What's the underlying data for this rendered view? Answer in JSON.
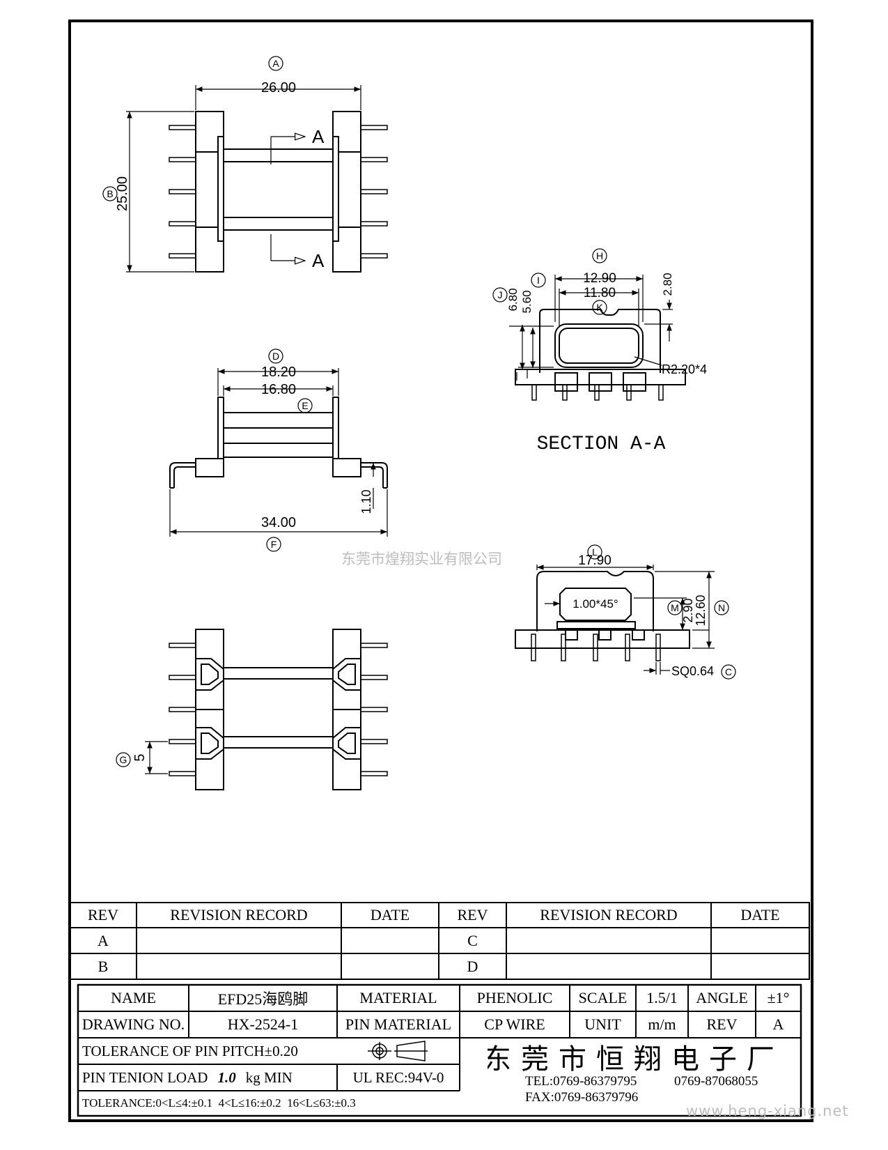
{
  "views": {
    "top": {
      "callout_a": "A",
      "dim_a": "26.00",
      "callout_b": "B",
      "dim_b": "25.00",
      "section_marker": "A"
    },
    "side": {
      "callout_d": "D",
      "dim_d": "18.20",
      "dim_e": "16.80",
      "callout_e": "E",
      "dim_f": "34.00",
      "callout_f": "F",
      "dim_h": "1.10"
    },
    "section": {
      "callout_h": "H",
      "dim_h": "12.90",
      "callout_i": "I",
      "dim_i": "11.80",
      "callout_k": "K",
      "callout_j": "J",
      "dim_j": "6.80",
      "dim_j2": "5.60",
      "dim_right": "2.80",
      "radius": "R2.20*4",
      "title": "SECTION A-A"
    },
    "front": {
      "callout_l": "L",
      "dim_l": "17.90",
      "chamfer": "1.00*45°",
      "callout_m": "M",
      "dim_m": "2.90",
      "dim_n": "12.60",
      "callout_n": "N",
      "pin": "SQ0.64",
      "callout_c": "C"
    },
    "bottom": {
      "callout_g": "G",
      "dim_g": "5"
    }
  },
  "watermarks": {
    "company_center": "东莞市煌翔实业有限公司",
    "website": "www.heng-xiang.net"
  },
  "revision_table": {
    "headers": [
      "REV",
      "REVISION RECORD",
      "DATE",
      "REV",
      "REVISION RECORD",
      "DATE"
    ],
    "rows": [
      [
        "A",
        "",
        "",
        "C",
        "",
        ""
      ],
      [
        "B",
        "",
        "",
        "D",
        "",
        ""
      ]
    ]
  },
  "title_block": {
    "name_label": "NAME",
    "name_value": "EFD25海鸥脚",
    "material_label": "MATERIAL",
    "material_value": "PHENOLIC",
    "scale_label": "SCALE",
    "scale_value": "1.5/1",
    "angle_label": "ANGLE",
    "angle_value": "±1°",
    "drawing_no_label": "DRAWING NO.",
    "drawing_no_value": "HX-2524-1",
    "pin_material_label": "PIN MATERIAL",
    "pin_material_value": "CP WIRE",
    "unit_label": "UNIT",
    "unit_value": "m/m",
    "rev_label": "REV",
    "rev_value": "A",
    "tol_pitch": "TOLERANCE OF PIN PITCH±0.20",
    "pin_load_prefix": "PIN TENION LOAD",
    "pin_load_value": "1.0",
    "pin_load_suffix": "kg MIN",
    "ul": "UL REC:94V-0",
    "tolerance": "TOLERANCE:0<L≤4:±0.1  4<L≤16:±0.2  16<L≤63:±0.3",
    "company": "东莞市恒翔电子厂",
    "tel": "TEL:0769-86379795",
    "tel2": "0769-87068055",
    "fax": "FAX:0769-86379796"
  }
}
